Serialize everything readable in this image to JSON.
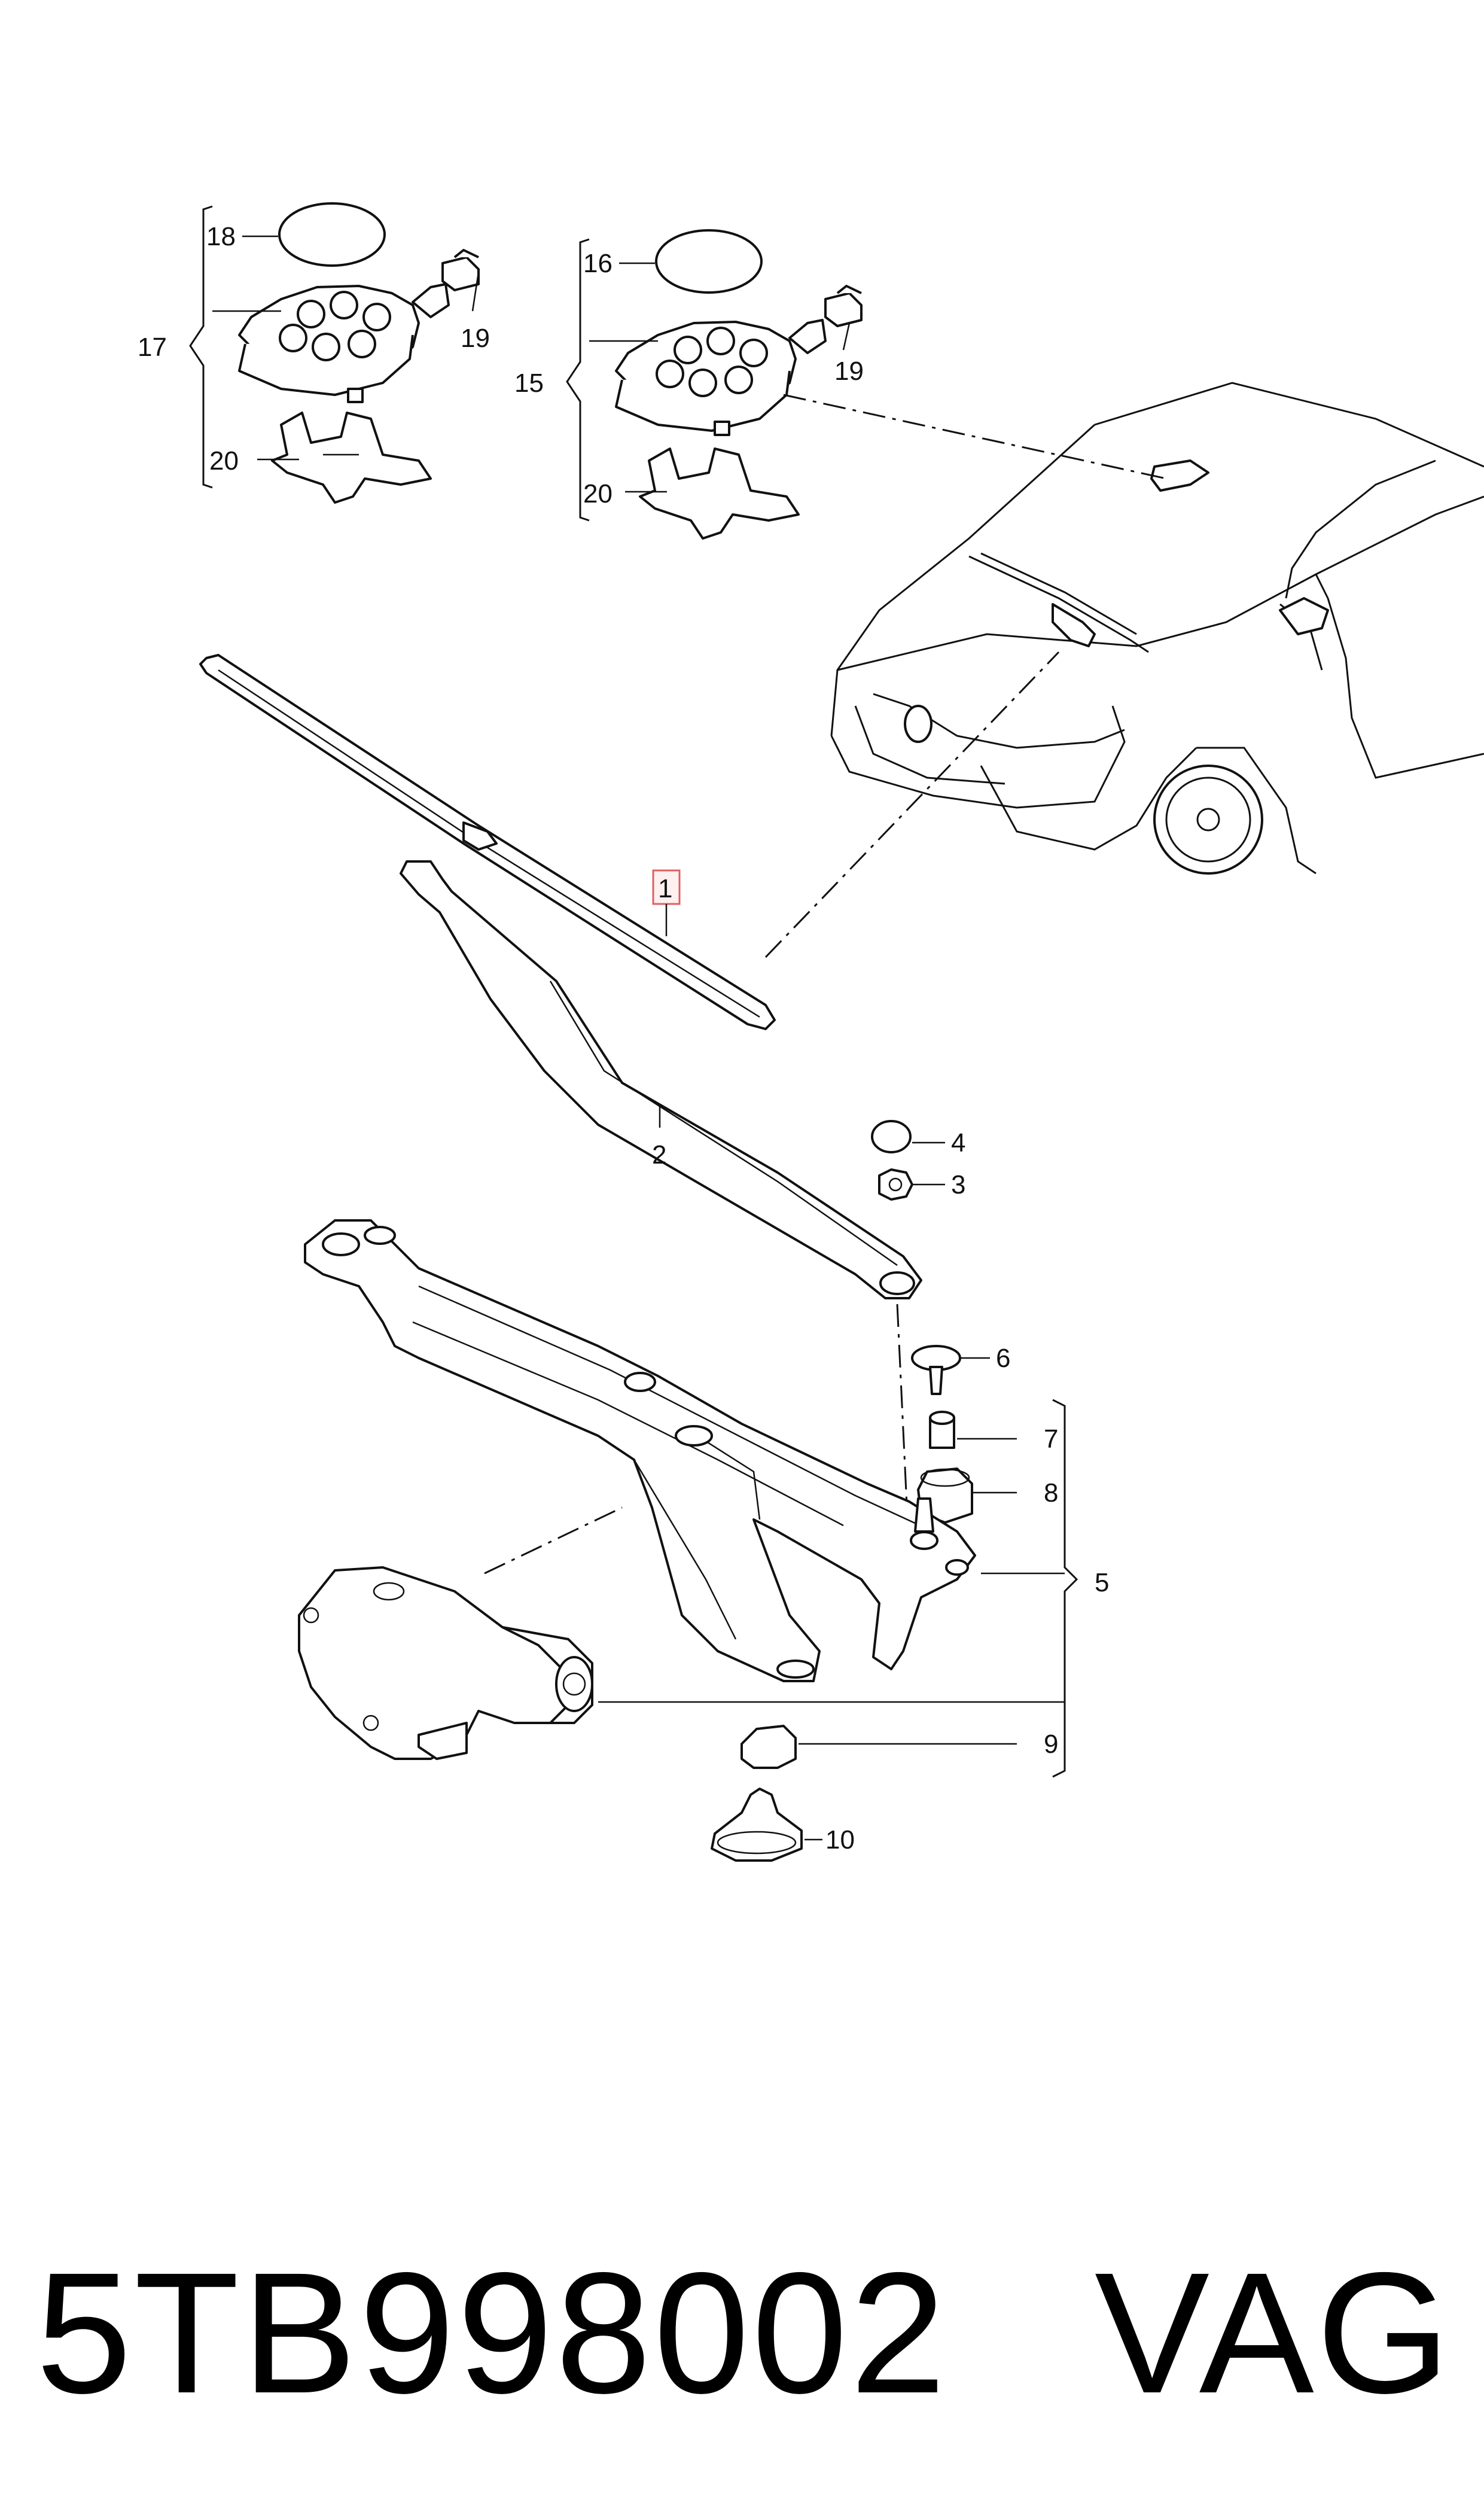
{
  "callouts": {
    "c1": "1",
    "c2": "2",
    "c3": "3",
    "c4": "4",
    "c5": "5",
    "c6": "6",
    "c7": "7",
    "c8": "8",
    "c9": "9",
    "c10": "10",
    "c15": "15",
    "c16": "16",
    "c17": "17",
    "c18": "18",
    "c19a": "19",
    "c19b": "19",
    "c20a": "20",
    "c20b": "20"
  },
  "footer": {
    "part_number": "5TB998002",
    "brand": "VAG"
  },
  "colors": {
    "highlight": "#e06060",
    "ink": "#111111"
  }
}
